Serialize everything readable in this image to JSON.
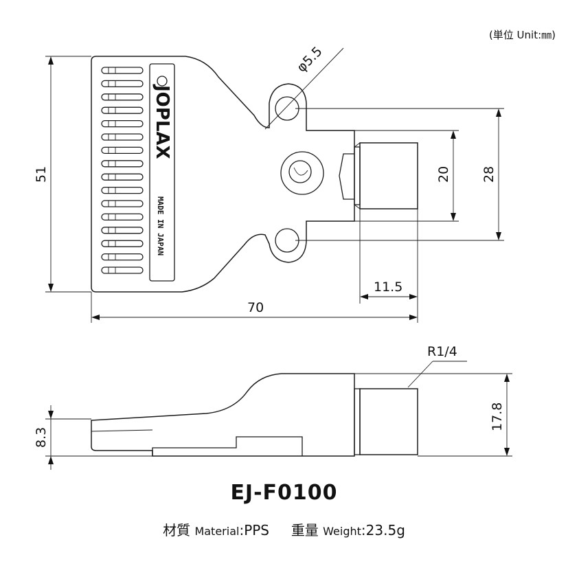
{
  "unit_note": "(単位 Unit:㎜)",
  "model": "EJ-F0100",
  "spec": {
    "material_label_jp": "材質",
    "material_label_en": "Material",
    "material_value": "PPS",
    "weight_label_jp": "重量",
    "weight_label_en": "Weight",
    "weight_value": "23.5g"
  },
  "logo_text": "JOPLAX",
  "stamp_text": "MADE IN JAPAN",
  "dimensions": {
    "hole_diameter": "φ5.5",
    "height_total": "51",
    "inner_20": "20",
    "inner_28": "28",
    "nozzle_len": "11.5",
    "length_total": "70",
    "thread": "R1/4",
    "side_height": "17.8",
    "tip_height": "8.3"
  }
}
